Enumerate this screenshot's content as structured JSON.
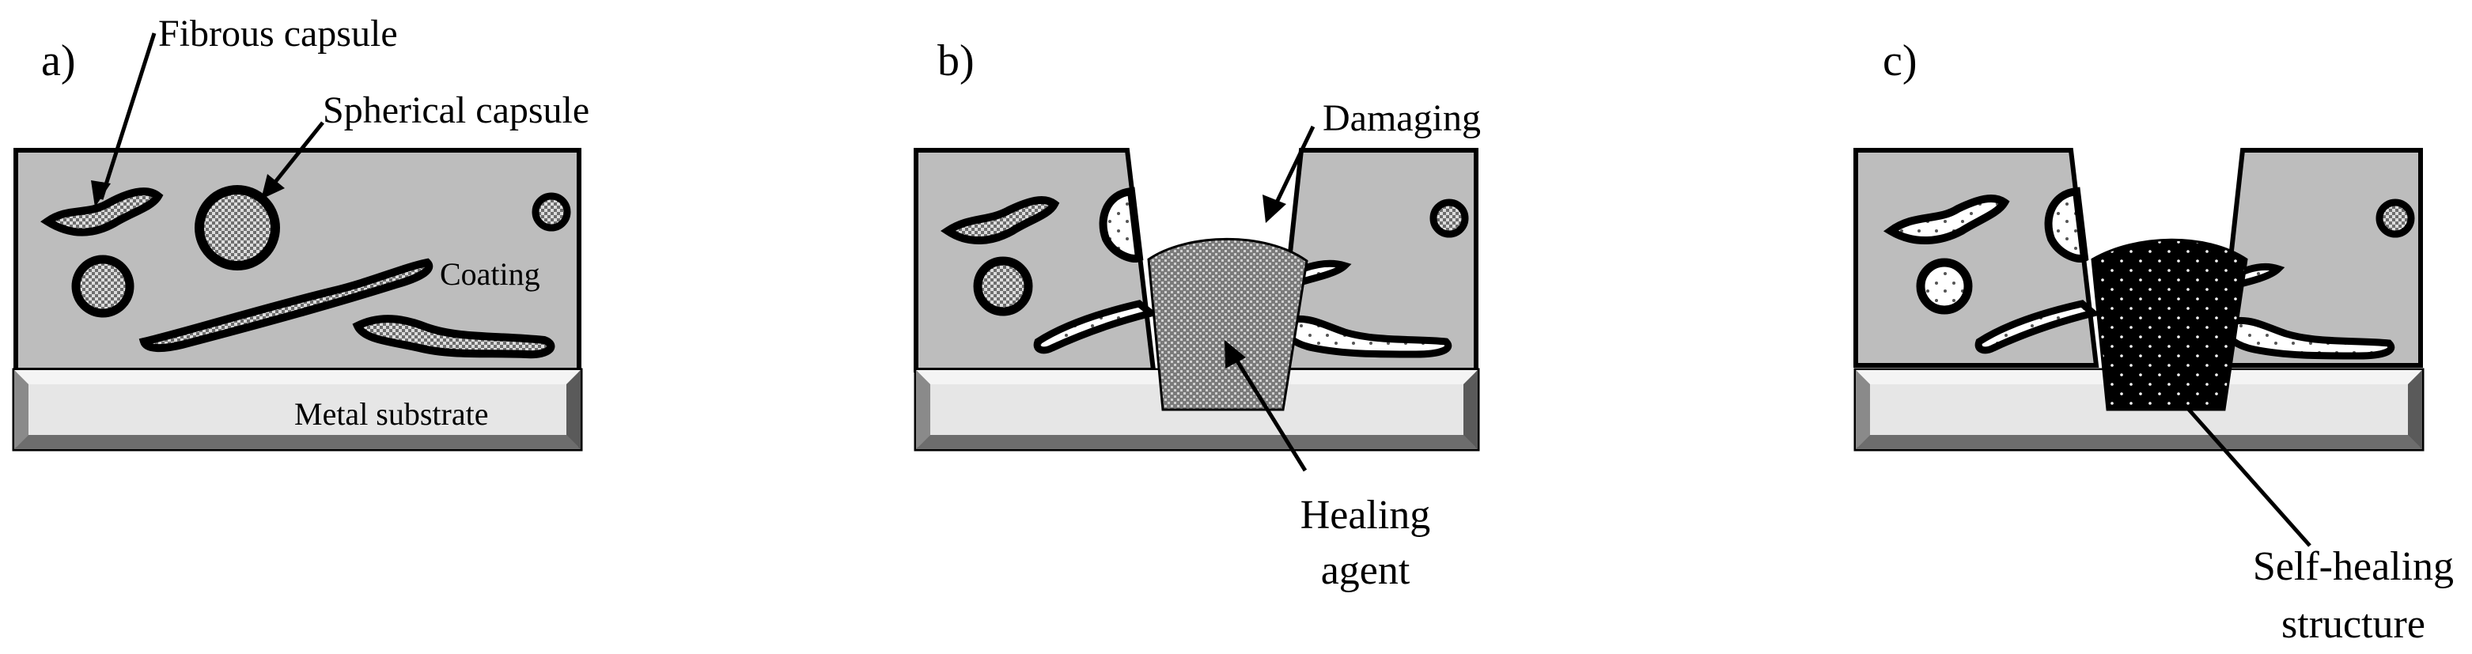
{
  "panels": [
    {
      "id": "a",
      "label": "a)"
    },
    {
      "id": "b",
      "label": "b)"
    },
    {
      "id": "c",
      "label": "c)"
    }
  ],
  "annotations": {
    "fibrous_capsule": "Fibrous capsule",
    "spherical_capsule": "Spherical capsule",
    "coating": "Coating",
    "metal_substrate": "Metal substrate",
    "damaging": "Damaging",
    "healing_agent_line1": "Healing",
    "healing_agent_line2": "agent",
    "self_healing_line1": "Self-healing",
    "self_healing_line2": "structure"
  },
  "colors": {
    "coating": "#bdbdbd",
    "substrate_face": "#e6e6e6",
    "outline": "#000000",
    "healing_agent": "#8c8c8c",
    "self_healing": "#000000"
  }
}
